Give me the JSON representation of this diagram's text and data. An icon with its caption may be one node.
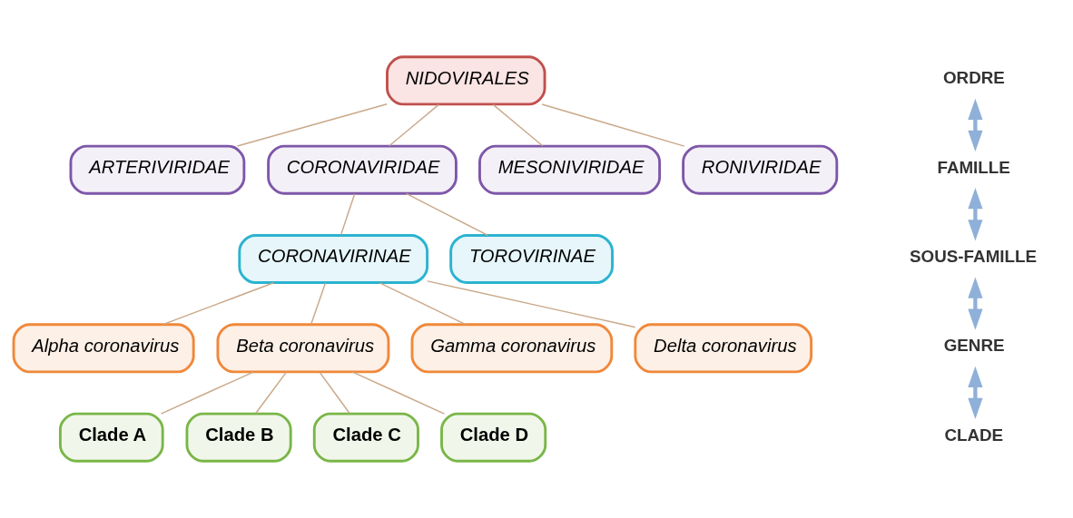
{
  "diagram": {
    "nodes": [
      {
        "text": [
          "NIDOVIRALES"
        ]
      },
      {
        "text": [
          "ARTERIVIRIDAE"
        ]
      },
      {
        "text": [
          "CORONAVIRIDAE"
        ]
      },
      {
        "text": [
          "MESONIVIRIDAE"
        ]
      },
      {
        "text": [
          "RONIVIRIDAE"
        ]
      },
      {
        "text": [
          "CORONAVIRINAE"
        ]
      },
      {
        "text": [
          "TOROVIRINAE"
        ]
      },
      {
        "text": [
          "Alpha coronavirus"
        ]
      },
      {
        "text": [
          "Beta coronavirus"
        ]
      },
      {
        "text": [
          "Gamma coronavirus"
        ]
      },
      {
        "text": [
          "Delta coronavirus"
        ]
      },
      {
        "text": [
          "Clade A"
        ]
      },
      {
        "text": [
          "Clade B"
        ]
      },
      {
        "text": [
          "Clade C"
        ]
      },
      {
        "text": [
          "Clade D"
        ]
      }
    ],
    "edges": [
      {
        "from": 0,
        "to": 1,
        "arrow": "none"
      },
      {
        "from": 0,
        "to": 2,
        "arrow": "none"
      },
      {
        "from": 0,
        "to": 3,
        "arrow": "none"
      },
      {
        "from": 0,
        "to": 4,
        "arrow": "none"
      },
      {
        "from": 2,
        "to": 5,
        "arrow": "none"
      },
      {
        "from": 2,
        "to": 6,
        "arrow": "none"
      },
      {
        "from": 5,
        "to": 7,
        "arrow": "none"
      },
      {
        "from": 5,
        "to": 8,
        "arrow": "none"
      },
      {
        "from": 5,
        "to": 9,
        "arrow": "none"
      },
      {
        "from": 5,
        "to": 10,
        "arrow": "none"
      },
      {
        "from": 8,
        "to": 11,
        "arrow": "none"
      },
      {
        "from": 8,
        "to": 12,
        "arrow": "none"
      },
      {
        "from": 8,
        "to": 13,
        "arrow": "none"
      },
      {
        "from": 8,
        "to": 14,
        "arrow": "none"
      }
    ],
    "labels": [
      "ORDRE",
      "FAMILLE",
      "SOUS-FAMILLE",
      "GENRE",
      "CLADE"
    ]
  }
}
